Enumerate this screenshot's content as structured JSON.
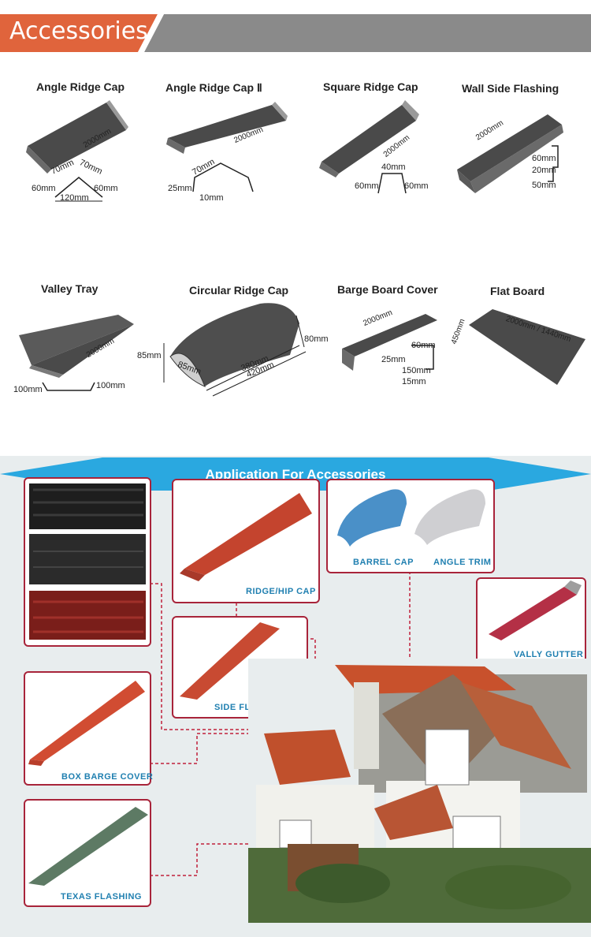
{
  "banner": {
    "title": "Accessories",
    "color": "#e0643c"
  },
  "products": [
    {
      "title": "Angle Ridge Cap",
      "dims": [
        "2000mm",
        "70mm",
        "70mm",
        "60mm",
        "60mm",
        "120mm"
      ]
    },
    {
      "title": "Angle Ridge Cap Ⅱ",
      "dims": [
        "2000mm",
        "70mm",
        "25mm",
        "10mm"
      ]
    },
    {
      "title": "Square Ridge Cap",
      "dims": [
        "2000mm",
        "40mm",
        "60mm",
        "60mm"
      ]
    },
    {
      "title": "Wall Side Flashing",
      "dims": [
        "2000mm",
        "60mm",
        "20mm",
        "50mm"
      ]
    },
    {
      "title": "Valley Tray",
      "dims": [
        "2000mm",
        "100mm",
        "100mm"
      ]
    },
    {
      "title": "Circular Ridge Cap",
      "dims": [
        "85mm",
        "85mm",
        "380mm",
        "420mm",
        "80mm"
      ]
    },
    {
      "title": "Barge Board Cover",
      "dims": [
        "2000mm",
        "60mm",
        "25mm",
        "150mm",
        "15mm"
      ]
    },
    {
      "title": "Flat Board",
      "dims": [
        "450mm",
        "2000mm / 1440mm"
      ]
    }
  ],
  "application": {
    "title": "Application For Accessories",
    "arrow_color": "#2aa8e0",
    "labels": {
      "ridge_hip_cap": "RIDGE/HIP CAP",
      "barrel_cap": "BARREL CAP",
      "angle_trim": "ANGLE TRIM",
      "vally_gutter": "VALLY GUTTER",
      "side_flashing": "SIDE FLASHING",
      "box_barge_cover": "BOX BARGE COVER",
      "texas_flashing": "TEXAS FLASHING"
    }
  }
}
